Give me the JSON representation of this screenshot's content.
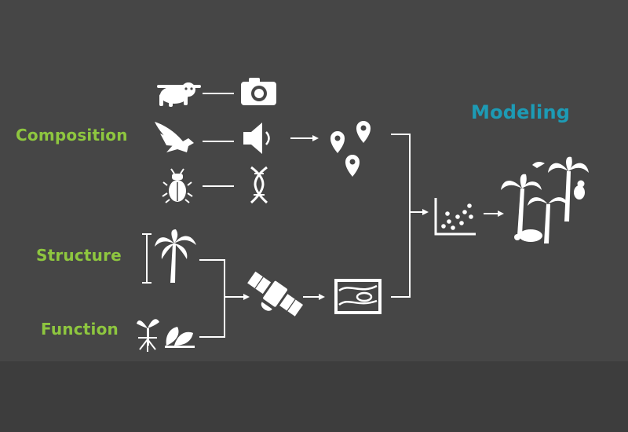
{
  "colors": {
    "background": "#464646",
    "lower_background": "#3d3d3d",
    "category_label": "#8ec63f",
    "modeling_label": "#1d9bb5",
    "icons_and_lines": "#ffffff"
  },
  "labels": {
    "composition": "Composition",
    "structure": "Structure",
    "function": "Function",
    "modeling": "Modeling"
  },
  "icons": {
    "composition": [
      "sloth-icon",
      "eagle-icon",
      "beetle-icon"
    ],
    "composition_methods": [
      "camera-icon",
      "speaker-icon",
      "dna-icon"
    ],
    "occurrence": "map-pins-icon",
    "structure": "palm-tree-icon",
    "function": [
      "seedling-roots-icon",
      "leaf-plant-icon"
    ],
    "remote_sensing": "satellite-icon",
    "raster": "raster-map-icon",
    "model": "scatter-plot-icon",
    "output": "ecosystem-icon"
  }
}
